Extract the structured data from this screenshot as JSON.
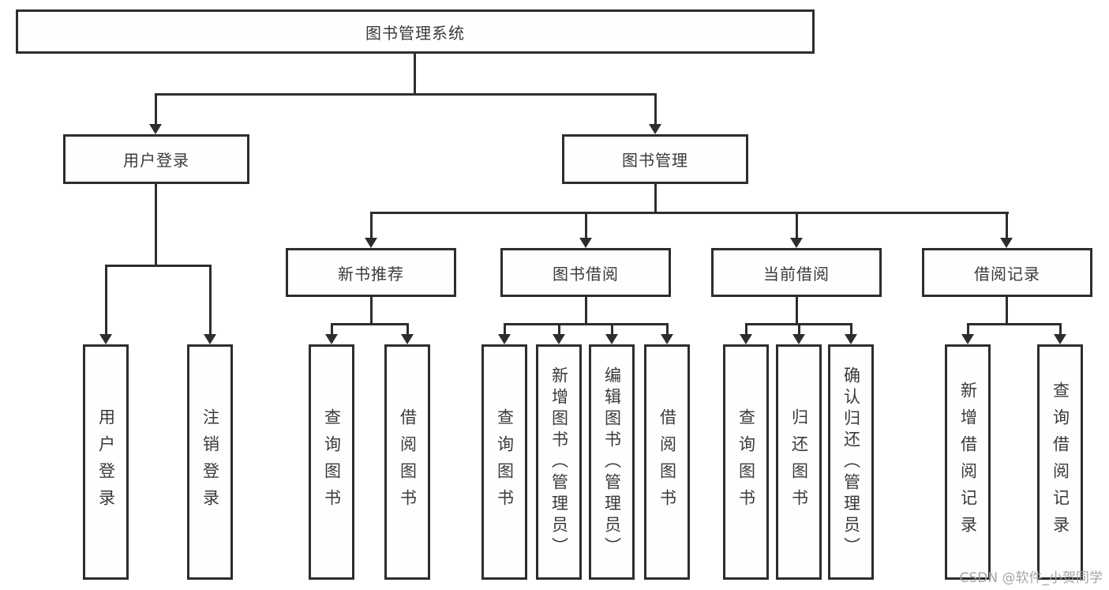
{
  "diagram": {
    "type": "hierarchy-tree",
    "line_color": "#2d2d2d",
    "text_color": "#3a3a3a",
    "root": {
      "label": "图书管理系统",
      "children": [
        {
          "label": "用户登录",
          "children": [
            {
              "label": "用户登录"
            },
            {
              "label": "注销登录"
            }
          ]
        },
        {
          "label": "图书管理",
          "children": [
            {
              "label": "新书推荐",
              "children": [
                {
                  "label": "查询图书"
                },
                {
                  "label": "借阅图书"
                }
              ]
            },
            {
              "label": "图书借阅",
              "children": [
                {
                  "label": "查询图书"
                },
                {
                  "label": "新增图书（管理员）"
                },
                {
                  "label": "编辑图书（管理员）"
                },
                {
                  "label": "借阅图书"
                }
              ]
            },
            {
              "label": "当前借阅",
              "children": [
                {
                  "label": "查询图书"
                },
                {
                  "label": "归还图书"
                },
                {
                  "label": "确认归还（管理员）"
                }
              ]
            },
            {
              "label": "借阅记录",
              "children": [
                {
                  "label": "新增借阅记录"
                },
                {
                  "label": "查询借阅记录"
                }
              ]
            }
          ]
        }
      ]
    }
  },
  "watermark": {
    "text": "CSDN @软件_小贺同学",
    "color": "#9ba0a6"
  }
}
